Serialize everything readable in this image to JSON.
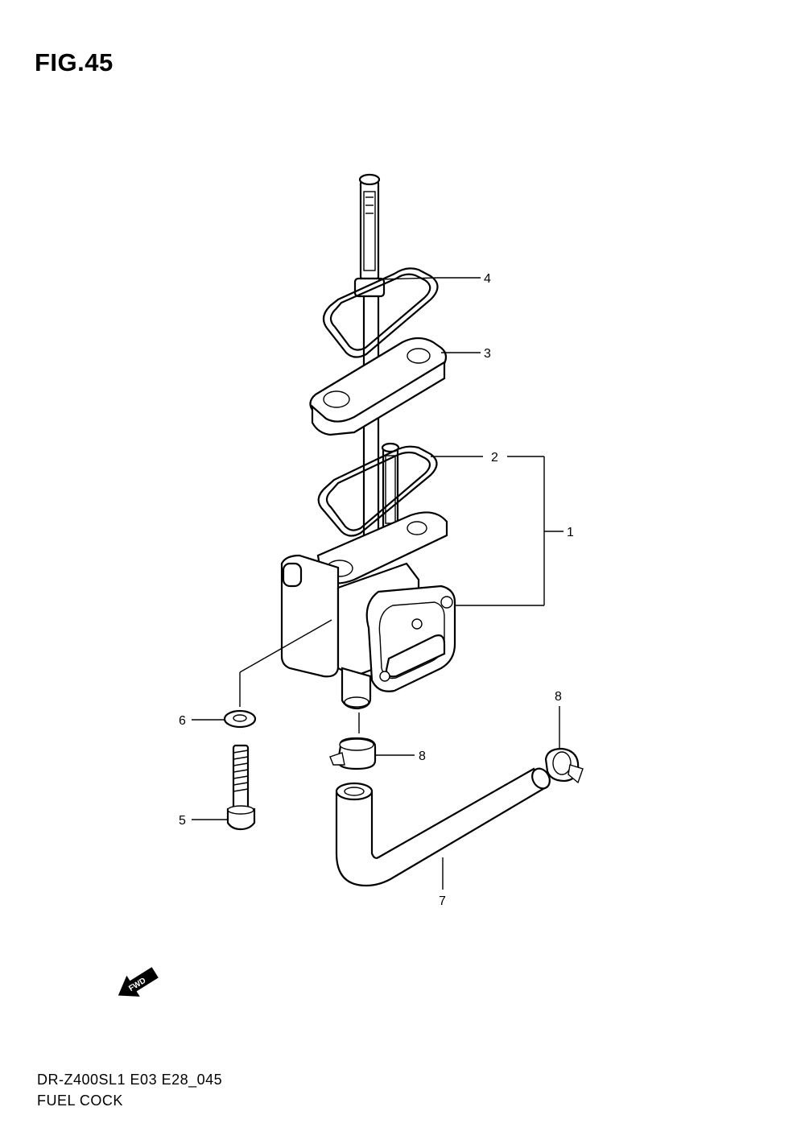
{
  "figure": {
    "title": "FIG.45",
    "code": "DR-Z400SL1 E03 E28_045",
    "name": "FUEL COCK"
  },
  "callouts": [
    {
      "id": "callout-1",
      "text": "1"
    },
    {
      "id": "callout-2",
      "text": "2"
    },
    {
      "id": "callout-3",
      "text": "3"
    },
    {
      "id": "callout-4",
      "text": "4"
    },
    {
      "id": "callout-5",
      "text": "5"
    },
    {
      "id": "callout-6",
      "text": "6"
    },
    {
      "id": "callout-7",
      "text": "7"
    },
    {
      "id": "callout-8a",
      "text": "8"
    },
    {
      "id": "callout-8b",
      "text": "8"
    }
  ],
  "direction_arrow": {
    "text": "FWD",
    "icon": "fwd-arrow-icon"
  }
}
